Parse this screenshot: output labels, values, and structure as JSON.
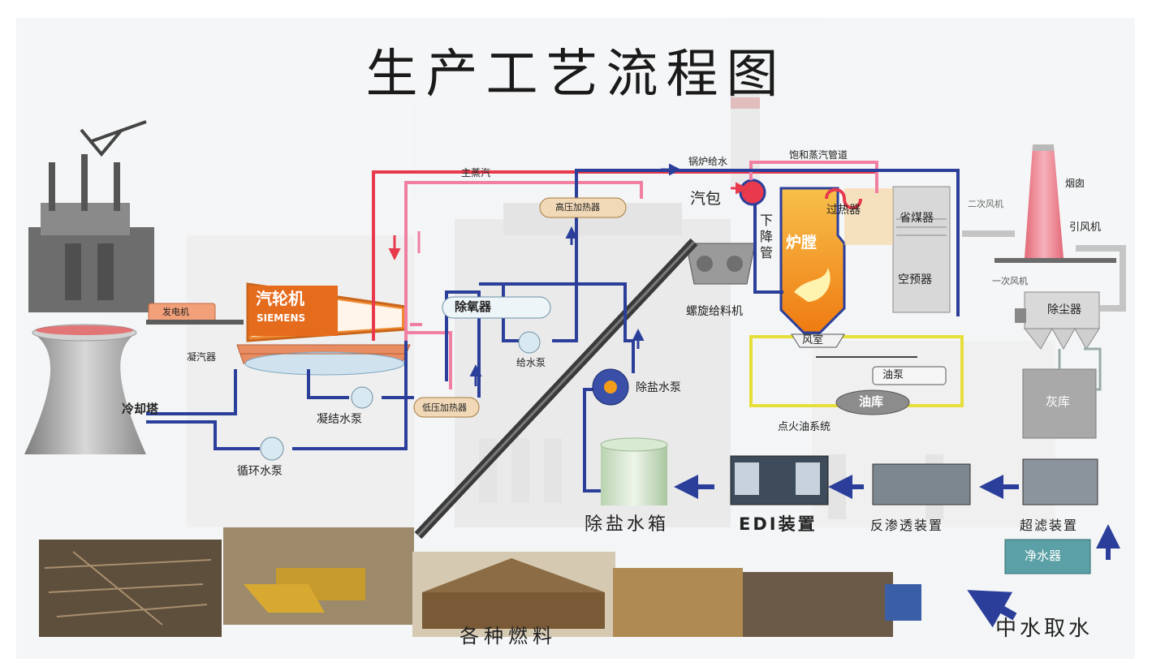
{
  "title": "生产工艺流程图",
  "colors": {
    "steam": "#e8394d",
    "reheat": "#f07fa2",
    "water": "#2b3f9a",
    "oil": "#e6df3a",
    "furnace": "#f39c1a",
    "flue": "#c9c9c9"
  },
  "labels": {
    "main_steam": "主蒸汽",
    "boiler_feed": "锅炉给水",
    "saturated_steam": "饱和蒸汽管道",
    "drum": "汽包",
    "downcomer": "下降管",
    "furnace": "炉膛",
    "superheater": "过热器",
    "economizer": "省煤器",
    "air_preheater": "空预器",
    "secondary_fan": "二次风机",
    "chimney": "烟囱",
    "induced_fan": "引风机",
    "primary_fan": "一次风机",
    "dust_collector": "除尘器",
    "ash_silo": "灰库",
    "turbine": "汽轮机",
    "turbine_brand": "SIEMENS",
    "generator": "发电机",
    "condenser": "凝汽器",
    "cooling_tower": "冷却塔",
    "condensate_pump": "凝结水泵",
    "circulating_pump": "循环水泵",
    "hp_heater": "高压加热器",
    "lp_heater": "低压加热器",
    "deaerator": "除氧器",
    "feed_pump": "给水泵",
    "demin_pump": "除盐水泵",
    "screw_feeder": "螺旋给料机",
    "wind_chamber": "风室",
    "oil_pump": "油泵",
    "oil_depot": "油库",
    "ignition_oil": "点火油系统",
    "demin_tank": "除盐水箱",
    "edi": "EDI装置",
    "ro": "反渗透装置",
    "uf": "超滤装置",
    "purifier": "净水器",
    "reclaimed_water": "中水取水",
    "fuels": "各种燃料"
  }
}
